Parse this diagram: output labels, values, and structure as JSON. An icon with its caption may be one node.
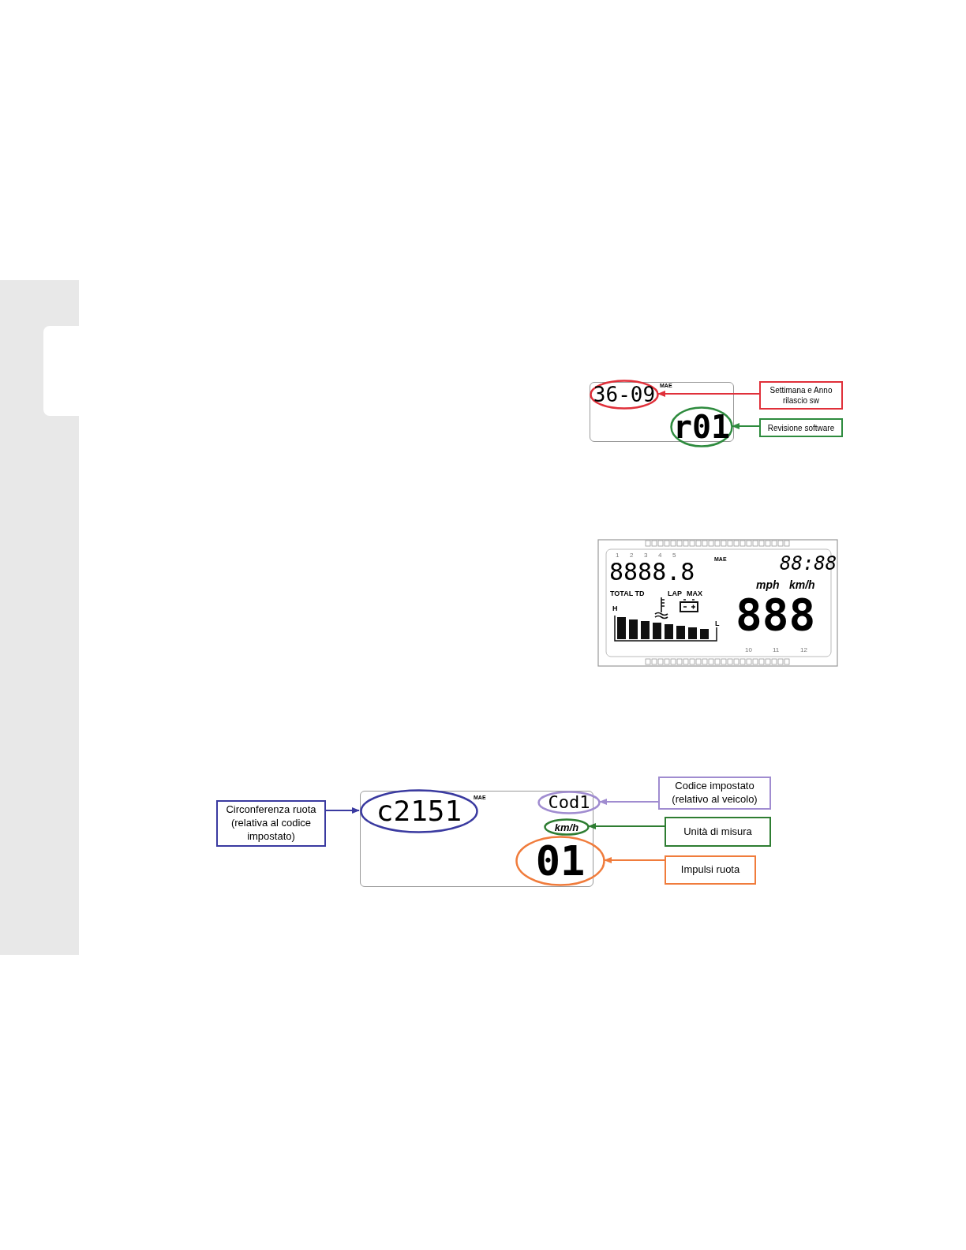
{
  "diagram": {
    "nodes": [
      {
        "text": [],
        "shape": "box"
      },
      {
        "text": [
          "36-09"
        ],
        "in": 0
      },
      {
        "text": [
          "r01"
        ],
        "in": 0
      },
      {
        "text": [
          "Settimana e Anno rilascio sw"
        ]
      },
      {
        "text": [
          "Revisione software"
        ]
      },
      {
        "text": [],
        "shape": "box"
      },
      {
        "text": [
          "c2151"
        ],
        "in": 5
      },
      {
        "text": [
          "Cod1"
        ],
        "in": 5
      },
      {
        "text": [
          "km/h"
        ],
        "in": 5
      },
      {
        "text": [
          "01"
        ],
        "in": 5
      },
      {
        "text": [
          "Circonferenza ruota (relativa al codice impostato)"
        ]
      },
      {
        "text": [
          "Codice impostato (relativo al veicolo)"
        ]
      },
      {
        "text": [
          "Unità di misura"
        ]
      },
      {
        "text": [
          "Impulsi ruota"
        ]
      }
    ],
    "edges": [
      {
        "from": 3,
        "to": 1,
        "arrow": "to",
        "color": "#e0303a"
      },
      {
        "from": 4,
        "to": 2,
        "arrow": "to",
        "color": "#2e8b3e"
      },
      {
        "from": 10,
        "to": 6,
        "arrow": "to",
        "color": "#3a3aa0"
      },
      {
        "from": 11,
        "to": 7,
        "arrow": "to",
        "color": "#a08cd0"
      },
      {
        "from": 12,
        "to": 8,
        "arrow": "to",
        "color": "#2e7d32"
      },
      {
        "from": 13,
        "to": 9,
        "arrow": "to",
        "color": "#f07c3c"
      }
    ],
    "labels": [
      "MAE",
      "8888.8",
      "1",
      "2",
      "3",
      "4",
      "5",
      "MAE",
      "88:88",
      "TOTAL TD",
      "LAP",
      "MAX",
      "mph",
      "km/h",
      "H",
      "L",
      "888",
      "10",
      "11",
      "12",
      "MAE"
    ]
  }
}
